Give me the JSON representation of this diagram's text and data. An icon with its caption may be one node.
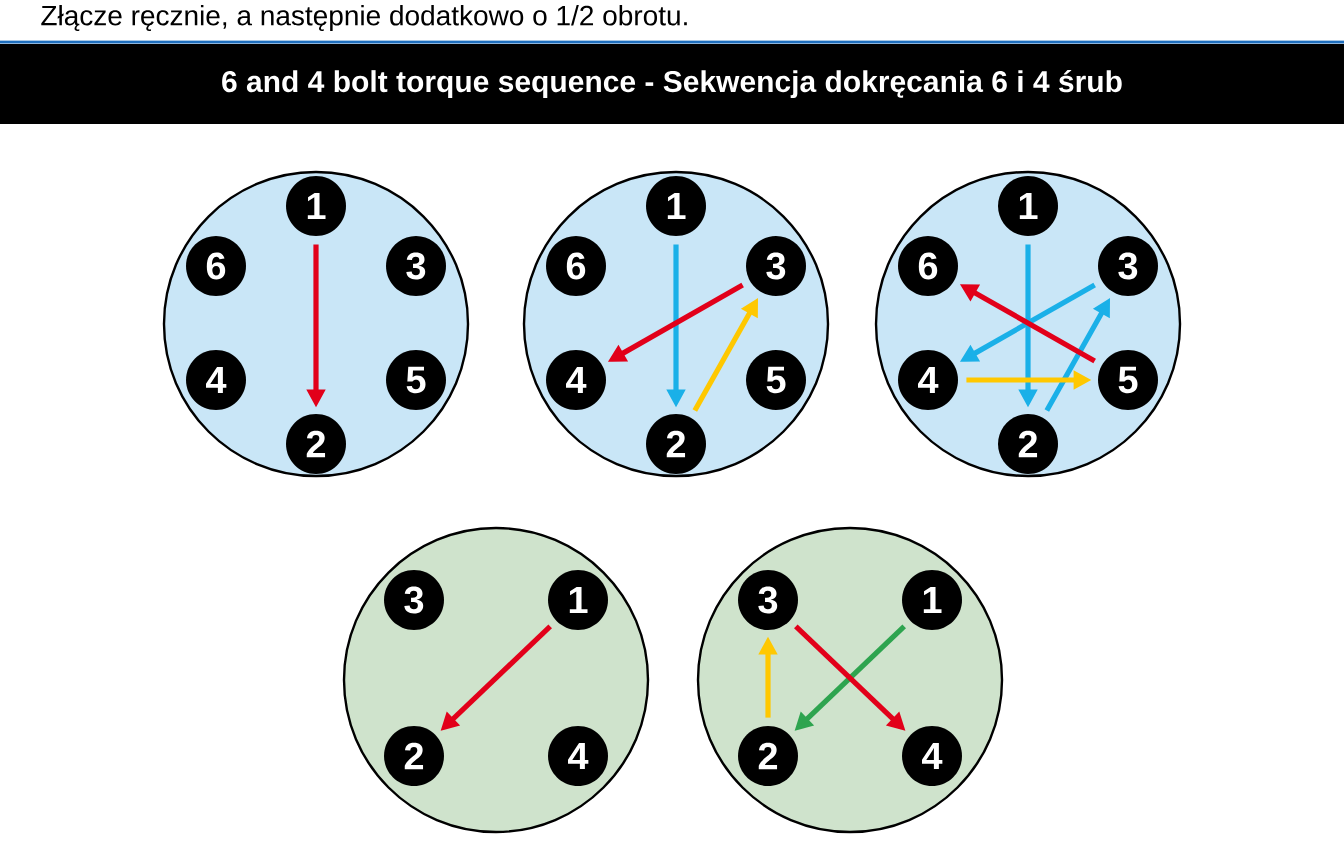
{
  "diagram": {
    "title": "6 and 4 bolt torque sequence -  Sekwencja dokręcania 6 i 4 śrub",
    "nodes": [
      {
        "text": [],
        "shape": "circle"
      },
      {
        "text": [
          "1"
        ],
        "in": 0
      },
      {
        "text": [
          "6"
        ],
        "in": 0
      },
      {
        "text": [
          "3"
        ],
        "in": 0
      },
      {
        "text": [
          "4"
        ],
        "in": 0
      },
      {
        "text": [
          "5"
        ],
        "in": 0
      },
      {
        "text": [
          "2"
        ],
        "in": 0
      },
      {
        "text": [],
        "shape": "circle"
      },
      {
        "text": [
          "1"
        ],
        "in": 7
      },
      {
        "text": [
          "6"
        ],
        "in": 7
      },
      {
        "text": [
          "3"
        ],
        "in": 7
      },
      {
        "text": [
          "4"
        ],
        "in": 7
      },
      {
        "text": [
          "5"
        ],
        "in": 7
      },
      {
        "text": [
          "2"
        ],
        "in": 7
      },
      {
        "text": [],
        "shape": "circle"
      },
      {
        "text": [
          "1"
        ],
        "in": 14
      },
      {
        "text": [
          "6"
        ],
        "in": 14
      },
      {
        "text": [
          "3"
        ],
        "in": 14
      },
      {
        "text": [
          "4"
        ],
        "in": 14
      },
      {
        "text": [
          "5"
        ],
        "in": 14
      },
      {
        "text": [
          "2"
        ],
        "in": 14
      },
      {
        "text": [],
        "shape": "circle"
      },
      {
        "text": [
          "3"
        ],
        "in": 21
      },
      {
        "text": [
          "1"
        ],
        "in": 21
      },
      {
        "text": [
          "2"
        ],
        "in": 21
      },
      {
        "text": [
          "4"
        ],
        "in": 21
      },
      {
        "text": [],
        "shape": "circle"
      },
      {
        "text": [
          "3"
        ],
        "in": 26
      },
      {
        "text": [
          "1"
        ],
        "in": 26
      },
      {
        "text": [
          "2"
        ],
        "in": 26
      },
      {
        "text": [
          "4"
        ],
        "in": 26
      }
    ],
    "edges": [
      {
        "from": 1,
        "to": 6,
        "arrow": "to",
        "color": "#e2001a"
      },
      {
        "from": 8,
        "to": 13,
        "arrow": "to",
        "color": "#1ab0e8"
      },
      {
        "from": 10,
        "to": 11,
        "arrow": "to",
        "color": "#e2001a"
      },
      {
        "from": 13,
        "to": 10,
        "arrow": "to",
        "color": "#ffc800"
      },
      {
        "from": 15,
        "to": 20,
        "arrow": "to",
        "color": "#1ab0e8"
      },
      {
        "from": 17,
        "to": 18,
        "arrow": "to",
        "color": "#1ab0e8"
      },
      {
        "from": 20,
        "to": 17,
        "arrow": "to",
        "color": "#1ab0e8"
      },
      {
        "from": 18,
        "to": 19,
        "arrow": "to",
        "color": "#ffc800"
      },
      {
        "from": 19,
        "to": 16,
        "arrow": "to",
        "color": "#e2001a"
      },
      {
        "from": 23,
        "to": 24,
        "arrow": "to",
        "color": "#e2001a"
      },
      {
        "from": 28,
        "to": 29,
        "arrow": "to",
        "color": "#2ea44f"
      },
      {
        "from": 29,
        "to": 27,
        "arrow": "to",
        "color": "#ffc800"
      },
      {
        "from": 27,
        "to": 30,
        "arrow": "to",
        "color": "#e2001a"
      }
    ],
    "labels": [
      "Złącze ręcznie, a następnie dodatkowo o 1/2 obrotu."
    ]
  }
}
